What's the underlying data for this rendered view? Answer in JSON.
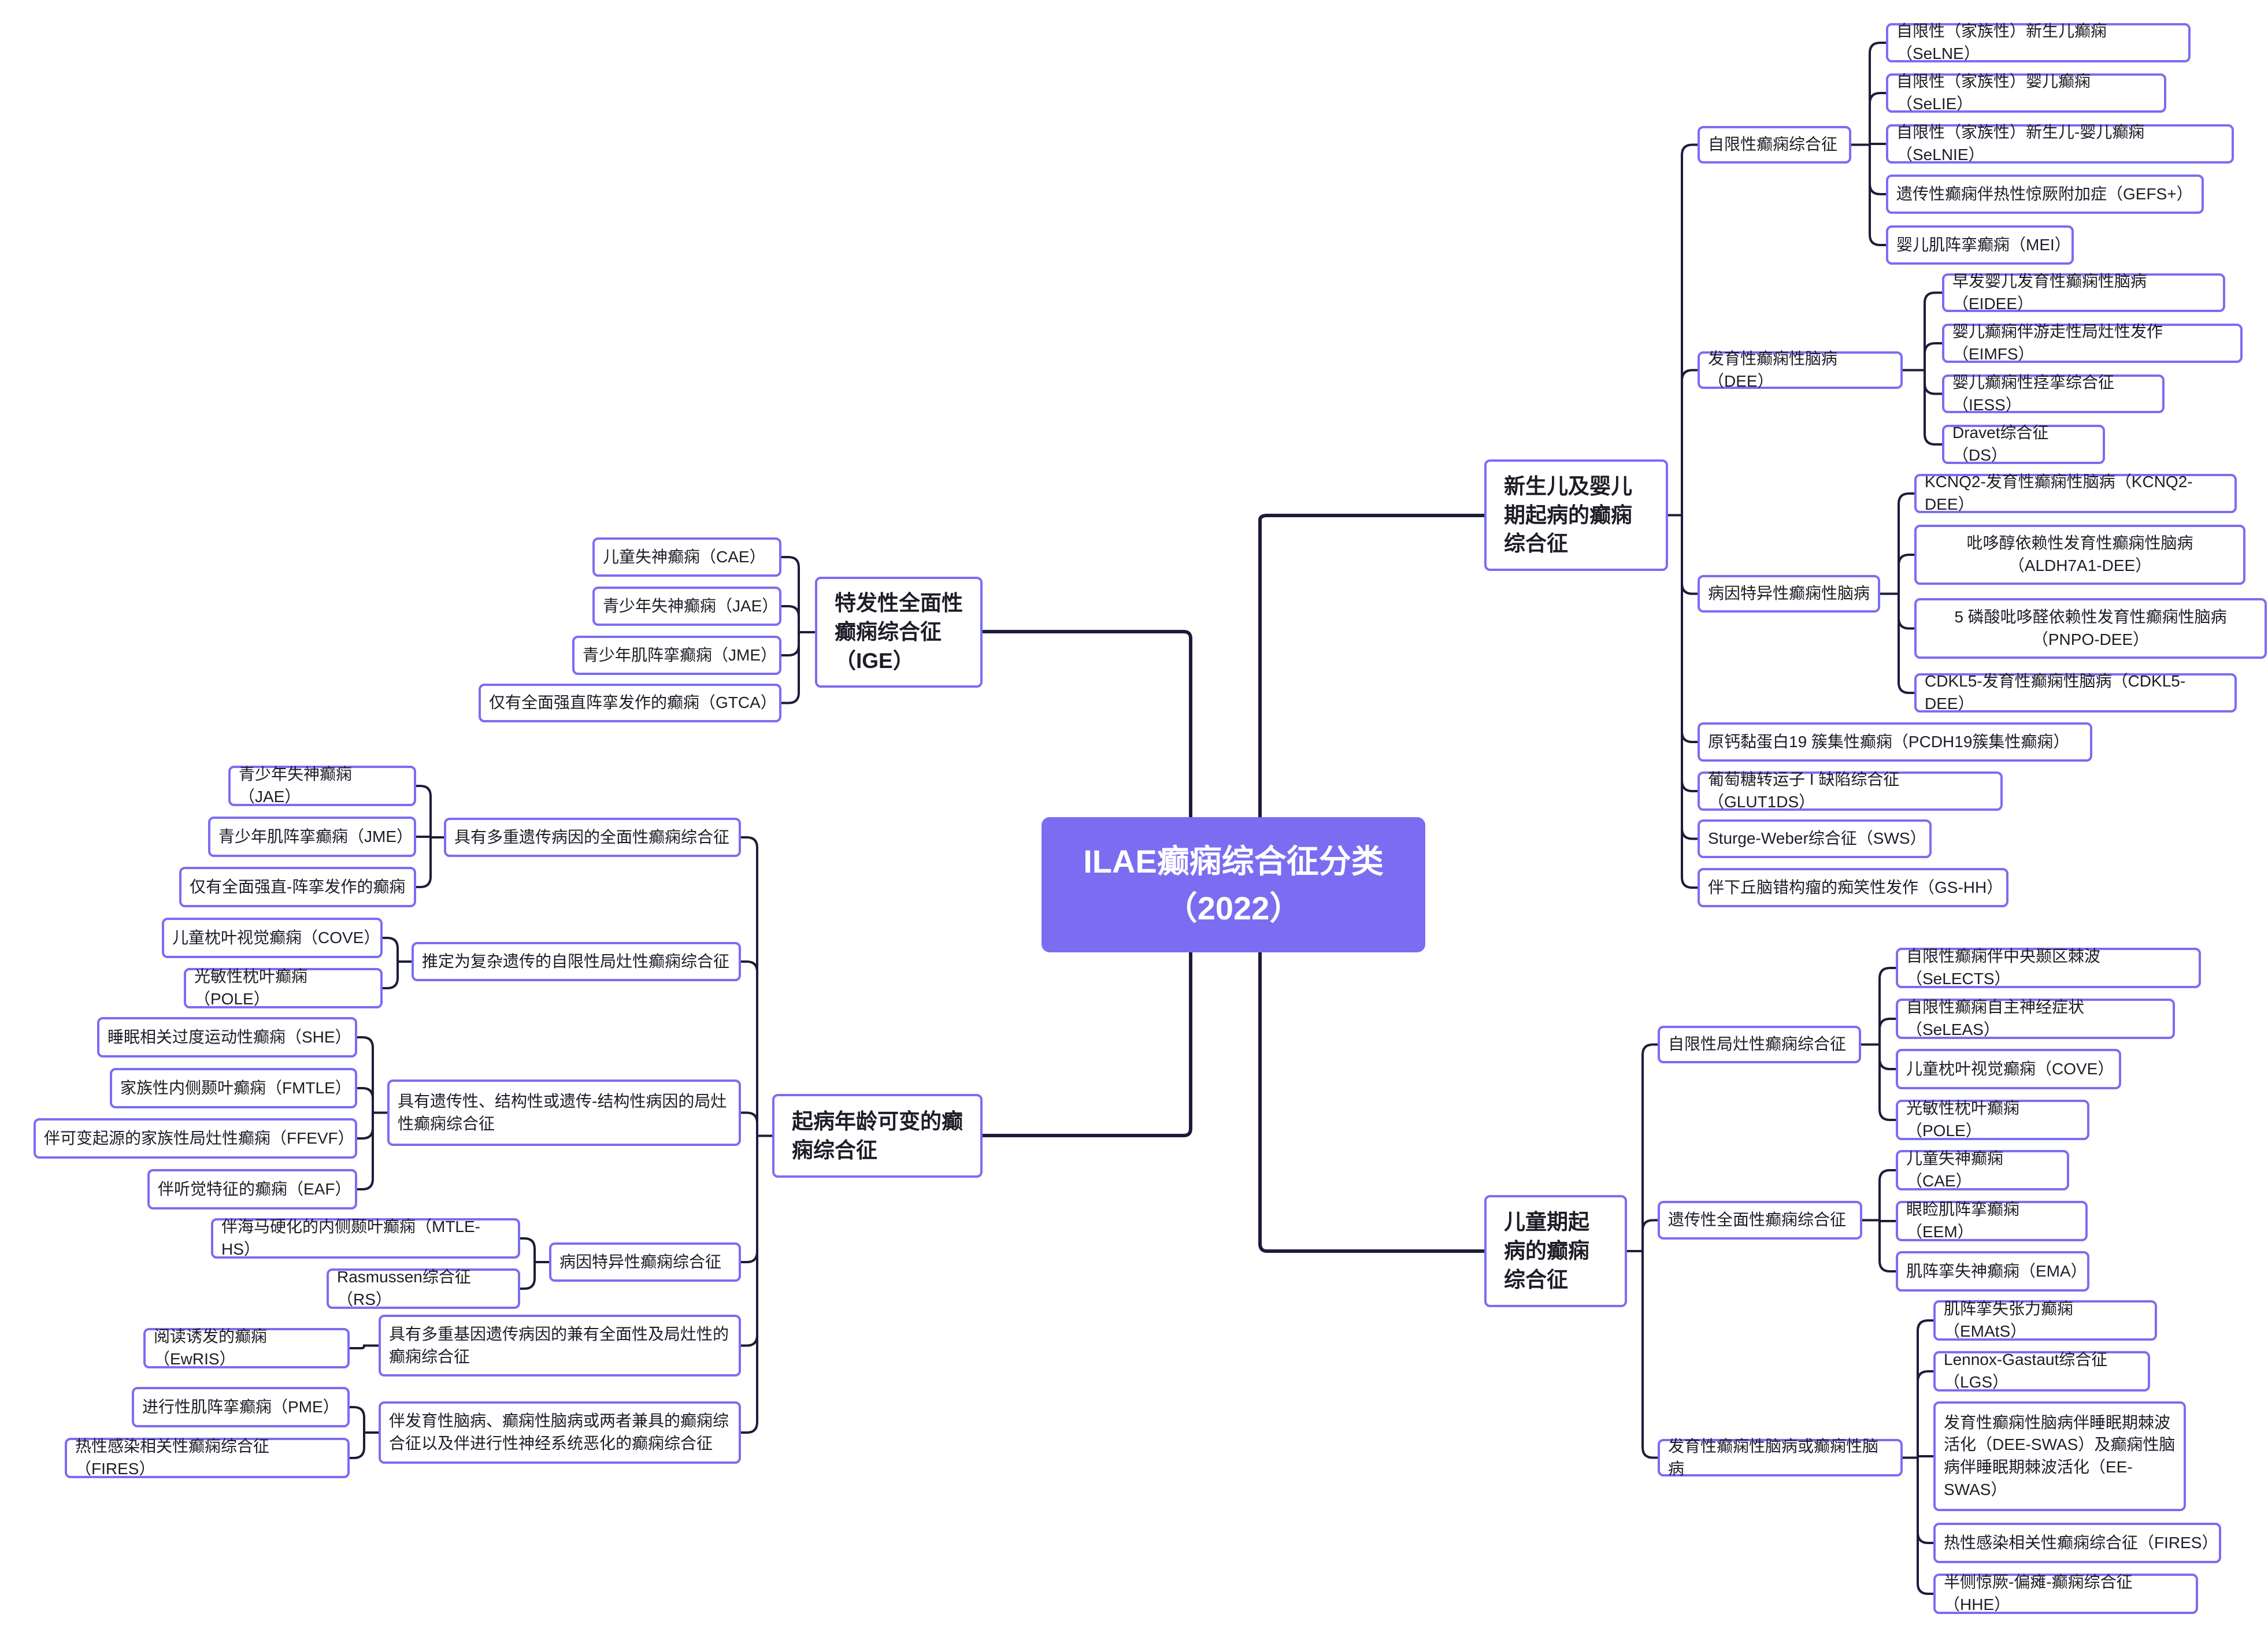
{
  "title": "ILAE癫痫综合征分类（2022）",
  "colors": {
    "accent": "#7b6df2",
    "line": "#1c1c3a",
    "text": "#1d1d27",
    "background": "#ffffff"
  },
  "branches": [
    {
      "label": "新生儿及婴儿期起病的癫痫综合征",
      "children": [
        {
          "label": "自限性癫痫综合征",
          "children": [
            {
              "label": "自限性（家族性）新生儿癫痫（SeLNE）"
            },
            {
              "label": "自限性（家族性）婴儿癫痫（SeLIE）"
            },
            {
              "label": "自限性（家族性）新生儿-婴儿癫痫（SeLNIE）"
            },
            {
              "label": "遗传性癫痫伴热性惊厥附加症（GEFS+）"
            },
            {
              "label": "婴儿肌阵挛癫痫（MEI）"
            }
          ]
        },
        {
          "label": "发育性癫痫性脑病（DEE）",
          "children": [
            {
              "label": "早发婴儿发育性癫痫性脑病（EIDEE）"
            },
            {
              "label": "婴儿癫痫伴游走性局灶性发作（EIMFS）"
            },
            {
              "label": "婴儿癫痫性痉挛综合征（IESS）"
            },
            {
              "label": "Dravet综合征（DS）"
            }
          ]
        },
        {
          "label": "病因特异性癫痫性脑病",
          "children": [
            {
              "label": "KCNQ2-发育性癫痫性脑病（KCNQ2-DEE）"
            },
            {
              "label": "吡哆醇依赖性发育性癫痫性脑病（ALDH7A1-DEE）"
            },
            {
              "label": "5 磷酸吡哆醛依赖性发育性癫痫性脑病（PNPO-DEE）"
            },
            {
              "label": "CDKL5-发育性癫痫性脑病（CDKL5-DEE）"
            }
          ]
        },
        {
          "label": "原钙黏蛋白19 簇集性癫痫（PCDH19簇集性癫痫）"
        },
        {
          "label": "葡萄糖转运子 I 缺陷综合征（GLUT1DS）"
        },
        {
          "label": "Sturge-Weber综合征（SWS）"
        },
        {
          "label": "伴下丘脑错构瘤的痴笑性发作（GS-HH）"
        }
      ]
    },
    {
      "label": "儿童期起病的癫痫综合征",
      "children": [
        {
          "label": "自限性局灶性癫痫综合征",
          "children": [
            {
              "label": "自限性癫痫伴中央颞区棘波（SeLECTS）"
            },
            {
              "label": "自限性癫痫自主神经症状（SeLEAS）"
            },
            {
              "label": "儿童枕叶视觉癫痫（COVE）"
            },
            {
              "label": "光敏性枕叶癫痫（POLE）"
            }
          ]
        },
        {
          "label": "遗传性全面性癫痫综合征",
          "children": [
            {
              "label": "儿童失神癫痫（CAE）"
            },
            {
              "label": "眼睑肌阵挛癫痫（EEM）"
            },
            {
              "label": "肌阵挛失神癫痫（EMA）"
            }
          ]
        },
        {
          "label": "发育性癫痫性脑病或癫痫性脑病",
          "children": [
            {
              "label": "肌阵挛失张力癫痫（EMAtS）"
            },
            {
              "label": "Lennox-Gastaut综合征（LGS）"
            },
            {
              "label": "发育性癫痫性脑病伴睡眠期棘波活化（DEE-SWAS）及癫痫性脑病伴睡眠期棘波活化（EE-SWAS）"
            },
            {
              "label": "热性感染相关性癫痫综合征（FIRES）"
            },
            {
              "label": "半侧惊厥-偏瘫-癫痫综合征（HHE）"
            }
          ]
        }
      ]
    },
    {
      "label": "特发性全面性癫痫综合征（IGE）",
      "children": [
        {
          "label": "儿童失神癫痫（CAE）"
        },
        {
          "label": "青少年失神癫痫（JAE）"
        },
        {
          "label": "青少年肌阵挛癫痫（JME）"
        },
        {
          "label": "仅有全面强直阵挛发作的癫痫（GTCA）"
        }
      ]
    },
    {
      "label": "起病年龄可变的癫痫综合征",
      "children": [
        {
          "label": "具有多重遗传病因的全面性癫痫综合征",
          "children": [
            {
              "label": "青少年失神癫痫（JAE）"
            },
            {
              "label": "青少年肌阵挛癫痫（JME）"
            },
            {
              "label": "仅有全面强直-阵挛发作的癫痫"
            }
          ]
        },
        {
          "label": "推定为复杂遗传的自限性局灶性癫痫综合征",
          "children": [
            {
              "label": "儿童枕叶视觉癫痫（COVE）"
            },
            {
              "label": "光敏性枕叶癫痫（POLE）"
            }
          ]
        },
        {
          "label": "具有遗传性、结构性或遗传-结构性病因的局灶性癫痫综合征",
          "children": [
            {
              "label": "睡眠相关过度运动性癫痫（SHE）"
            },
            {
              "label": "家族性内侧颞叶癫痫（FMTLE）"
            },
            {
              "label": "伴可变起源的家族性局灶性癫痫（FFEVF）"
            },
            {
              "label": "伴听觉特征的癫痫（EAF）"
            }
          ]
        },
        {
          "label": "病因特异性癫痫综合征",
          "children": [
            {
              "label": "伴海马硬化的内侧颞叶癫痫（MTLE-HS）"
            },
            {
              "label": "Rasmussen综合征（RS）"
            }
          ]
        },
        {
          "label": "具有多重基因遗传病因的兼有全面性及局灶性的癫痫综合征",
          "children": [
            {
              "label": "阅读诱发的癫痫（EwRIS）"
            }
          ]
        },
        {
          "label": "伴发育性脑病、癫痫性脑病或两者兼具的癫痫综合征以及伴进行性神经系统恶化的癫痫综合征",
          "children": [
            {
              "label": "进行性肌阵挛癫痫（PME）"
            },
            {
              "label": "热性感染相关性癫痫综合征（FIRES）"
            }
          ]
        }
      ]
    }
  ]
}
